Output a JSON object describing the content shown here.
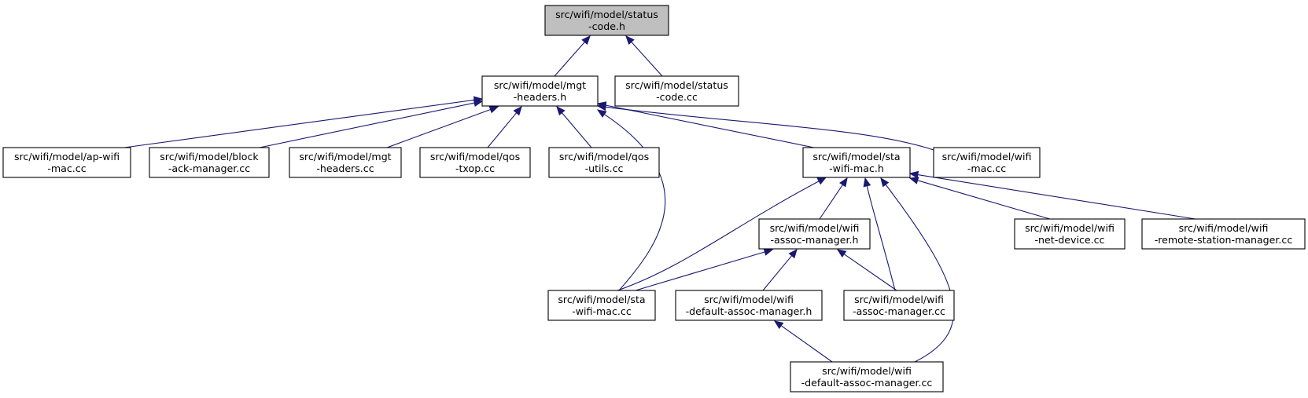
{
  "colors": {
    "node_fill": "#ffffff",
    "root_fill": "#bfbfbf",
    "node_border": "#000000",
    "edge": "#191970"
  },
  "nodes": {
    "status_h": {
      "lines": [
        "src/wifi/model/status",
        "-code.h"
      ],
      "highlighted": true
    },
    "mgt_h": {
      "lines": [
        "src/wifi/model/mgt",
        "-headers.h"
      ]
    },
    "status_cc": {
      "lines": [
        "src/wifi/model/status",
        "-code.cc"
      ]
    },
    "ap_wifi_mac_cc": {
      "lines": [
        "src/wifi/model/ap-wifi",
        "-mac.cc"
      ]
    },
    "block_ack_cc": {
      "lines": [
        "src/wifi/model/block",
        "-ack-manager.cc"
      ]
    },
    "mgt_cc": {
      "lines": [
        "src/wifi/model/mgt",
        "-headers.cc"
      ]
    },
    "qos_txop_cc": {
      "lines": [
        "src/wifi/model/qos",
        "-txop.cc"
      ]
    },
    "qos_utils_cc": {
      "lines": [
        "src/wifi/model/qos",
        "-utils.cc"
      ]
    },
    "sta_h": {
      "lines": [
        "src/wifi/model/sta",
        "-wifi-mac.h"
      ]
    },
    "wifi_mac_cc": {
      "lines": [
        "src/wifi/model/wifi",
        "-mac.cc"
      ]
    },
    "assoc_h": {
      "lines": [
        "src/wifi/model/wifi",
        "-assoc-manager.h"
      ]
    },
    "net_device_cc": {
      "lines": [
        "src/wifi/model/wifi",
        "-net-device.cc"
      ]
    },
    "rsm_cc": {
      "lines": [
        "src/wifi/model/wifi",
        "-remote-station-manager.cc"
      ]
    },
    "sta_cc": {
      "lines": [
        "src/wifi/model/sta",
        "-wifi-mac.cc"
      ]
    },
    "def_assoc_h": {
      "lines": [
        "src/wifi/model/wifi",
        "-default-assoc-manager.h"
      ]
    },
    "assoc_cc": {
      "lines": [
        "src/wifi/model/wifi",
        "-assoc-manager.cc"
      ]
    },
    "def_assoc_cc": {
      "lines": [
        "src/wifi/model/wifi",
        "-default-assoc-manager.cc"
      ]
    }
  },
  "edges": [
    {
      "from": "mgt_h",
      "to": "status_h"
    },
    {
      "from": "status_cc",
      "to": "status_h"
    },
    {
      "from": "ap_wifi_mac_cc",
      "to": "mgt_h"
    },
    {
      "from": "block_ack_cc",
      "to": "mgt_h"
    },
    {
      "from": "mgt_cc",
      "to": "mgt_h"
    },
    {
      "from": "qos_txop_cc",
      "to": "mgt_h"
    },
    {
      "from": "qos_utils_cc",
      "to": "mgt_h"
    },
    {
      "from": "sta_cc",
      "to": "mgt_h"
    },
    {
      "from": "sta_h",
      "to": "mgt_h"
    },
    {
      "from": "wifi_mac_cc",
      "to": "mgt_h"
    },
    {
      "from": "sta_cc",
      "to": "sta_h"
    },
    {
      "from": "assoc_h",
      "to": "sta_h"
    },
    {
      "from": "assoc_cc",
      "to": "sta_h"
    },
    {
      "from": "def_assoc_cc",
      "to": "sta_h"
    },
    {
      "from": "net_device_cc",
      "to": "sta_h"
    },
    {
      "from": "rsm_cc",
      "to": "sta_h"
    },
    {
      "from": "sta_cc",
      "to": "assoc_h"
    },
    {
      "from": "def_assoc_h",
      "to": "assoc_h"
    },
    {
      "from": "assoc_cc",
      "to": "assoc_h"
    },
    {
      "from": "def_assoc_cc",
      "to": "def_assoc_h"
    }
  ]
}
